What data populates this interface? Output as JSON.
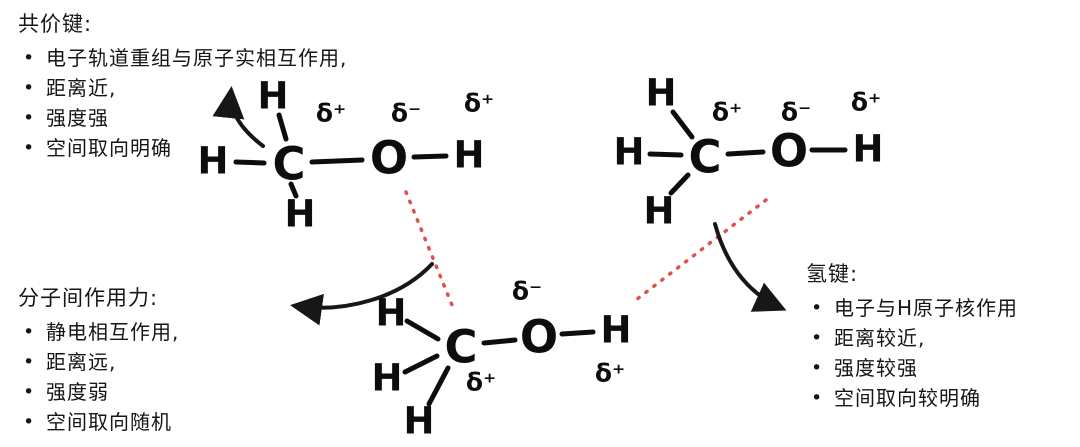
{
  "colors": {
    "ink": "#0d0d0d",
    "hbond_dotted": "#e0524d"
  },
  "annotations": {
    "covalent": {
      "title": "共价键:",
      "items": [
        "电子轨道重组与原子实相互作用,",
        "距离近,",
        "强度强",
        "空间取向明确"
      ]
    },
    "intermolecular": {
      "title": "分子间作用力:",
      "items": [
        "静电相互作用,",
        "距离远,",
        "强度弱",
        "空间取向随机"
      ]
    },
    "hydrogen": {
      "title": "氢键:",
      "items": [
        "电子与H原子核作用",
        "距离较近,",
        "强度较强",
        "空间取向较明确"
      ]
    }
  },
  "symbols": {
    "hydrogen": "H",
    "carbon": "C",
    "oxygen": "O",
    "delta_plus": "δ⁺",
    "delta_minus": "δ⁻"
  }
}
